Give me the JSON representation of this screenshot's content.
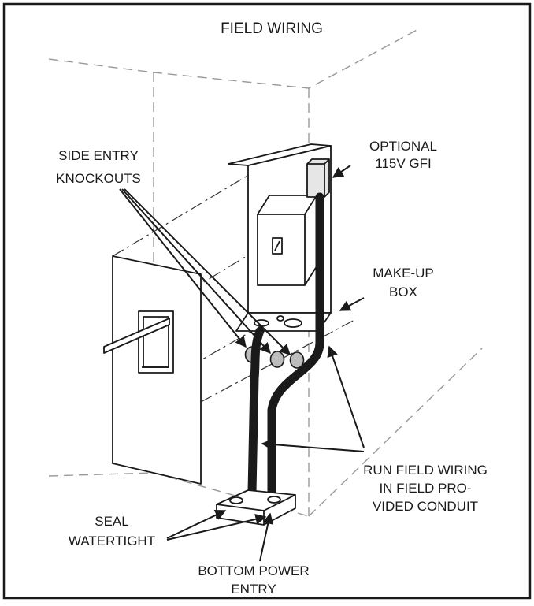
{
  "title": "FIELD WIRING",
  "labels": {
    "side_entry_line1": "SIDE ENTRY",
    "side_entry_line2": "KNOCKOUTS",
    "optional_line1": "OPTIONAL",
    "optional_line2": "115V  GFI",
    "makeup_line1": "MAKE-UP",
    "makeup_line2": "BOX",
    "run_line1": "RUN FIELD WIRING",
    "run_line2": "IN FIELD PRO-",
    "run_line3": "VIDED CONDUIT",
    "seal_line1": "SEAL",
    "seal_line2": "WATERTIGHT",
    "bottom_line1": "BOTTOM POWER",
    "bottom_line2": "ENTRY"
  },
  "colors": {
    "ink": "#1a1a1a",
    "dashed_outline": "#999999",
    "knockout_fill": "#bdbdbd"
  }
}
